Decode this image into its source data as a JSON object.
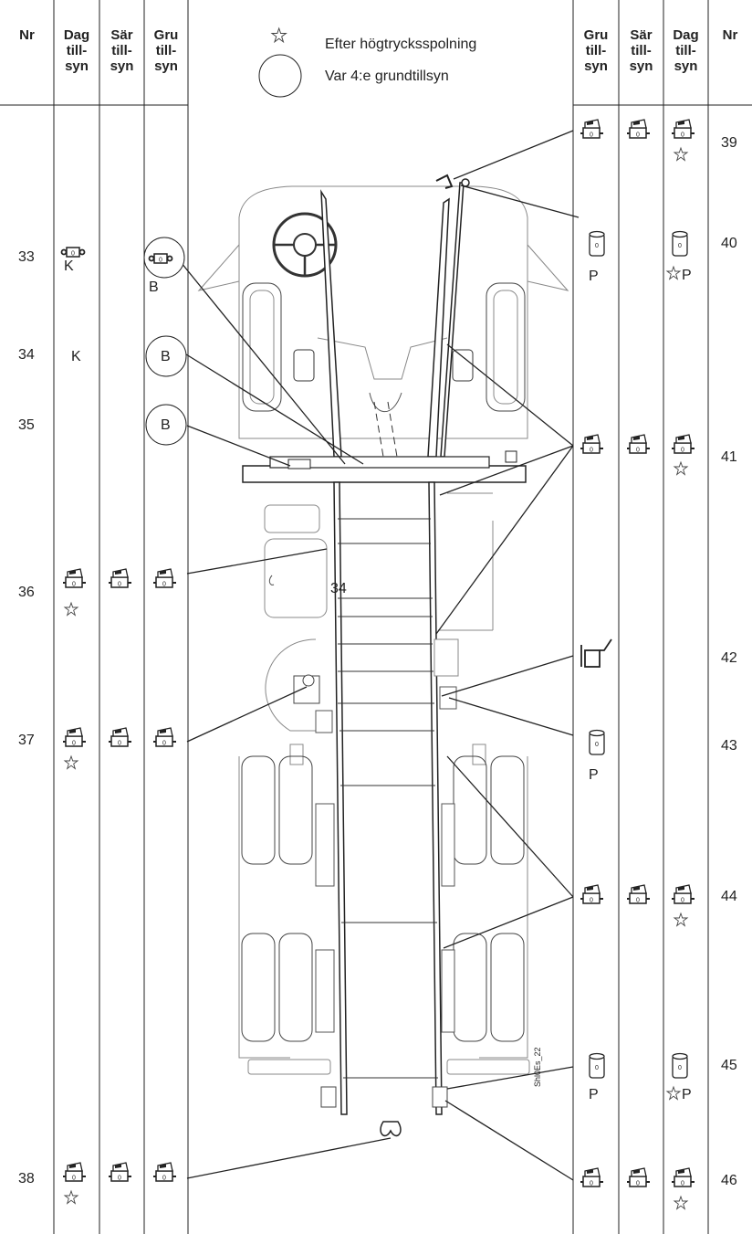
{
  "headers_left": {
    "nr": "Nr",
    "dag": [
      "Dag",
      "till-",
      "syn"
    ],
    "sar": [
      "Sär",
      "till-",
      "syn"
    ],
    "gru": [
      "Gru",
      "till-",
      "syn"
    ]
  },
  "headers_right": {
    "gru": [
      "Gru",
      "till-",
      "syn"
    ],
    "sar": [
      "Sär",
      "till-",
      "syn"
    ],
    "dag": [
      "Dag",
      "till-",
      "syn"
    ],
    "nr": "Nr"
  },
  "legend": {
    "star_text": "Efter högtrycksspolning",
    "circle_text": "Var 4:e grundtillsyn"
  },
  "left_rows": {
    "r33": {
      "nr": "33",
      "dag_label": "K",
      "gru_label": "B"
    },
    "r34": {
      "nr": "34",
      "dag_label": "K",
      "gru_label": "B"
    },
    "r35": {
      "nr": "35",
      "gru_label": "B"
    },
    "r36": {
      "nr": "36"
    },
    "r37": {
      "nr": "37"
    },
    "r38": {
      "nr": "38"
    }
  },
  "right_rows": {
    "r39": {
      "nr": "39"
    },
    "r40": {
      "nr": "40",
      "gru_label": "P",
      "dag_label": "P"
    },
    "r41": {
      "nr": "41"
    },
    "r42": {
      "nr": "42"
    },
    "r43": {
      "nr": "43",
      "gru_label": "P"
    },
    "r44": {
      "nr": "44"
    },
    "r45": {
      "nr": "45",
      "gru_label": "P",
      "dag_label": "P"
    },
    "r46": {
      "nr": "46"
    }
  },
  "drawing": {
    "frame_callout": "34",
    "figure_id": "Shl0Es_22"
  },
  "icons": {
    "grease_gun": "grease-gun-icon",
    "oil_can": "oil-can-icon",
    "grease_nipple": "grease-nipple-icon",
    "star": "star-icon",
    "oil_jug": "oil-jug-icon"
  }
}
